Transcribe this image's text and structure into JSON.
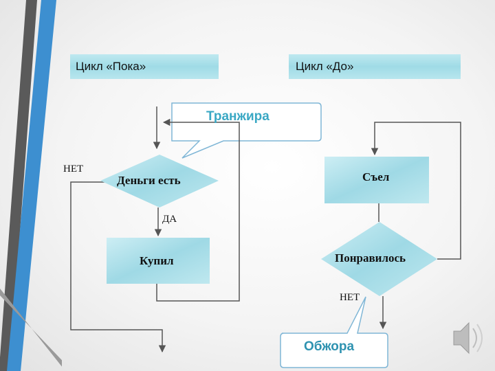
{
  "title_left": "Цикл «Пока»",
  "title_right": "Цикл «До»",
  "callout_top": "Транжира",
  "callout_bottom": "Обжора",
  "while_loop": {
    "label_no": "НЕТ",
    "condition": "Деньги есть",
    "label_yes": "ДА",
    "action": "Купил"
  },
  "do_loop": {
    "action": "Съел",
    "condition": "Понравилось",
    "label_no": "НЕТ"
  },
  "colors": {
    "fill": "#a7dde8",
    "fill_light": "#cdeef4",
    "callout_top_text": "#3aa8c4",
    "callout_bottom_text": "#2e92b0",
    "stripe_blue": "#3d8fd0",
    "stripe_dark": "#4a4a4a"
  },
  "icons": [
    "speaker-icon"
  ]
}
